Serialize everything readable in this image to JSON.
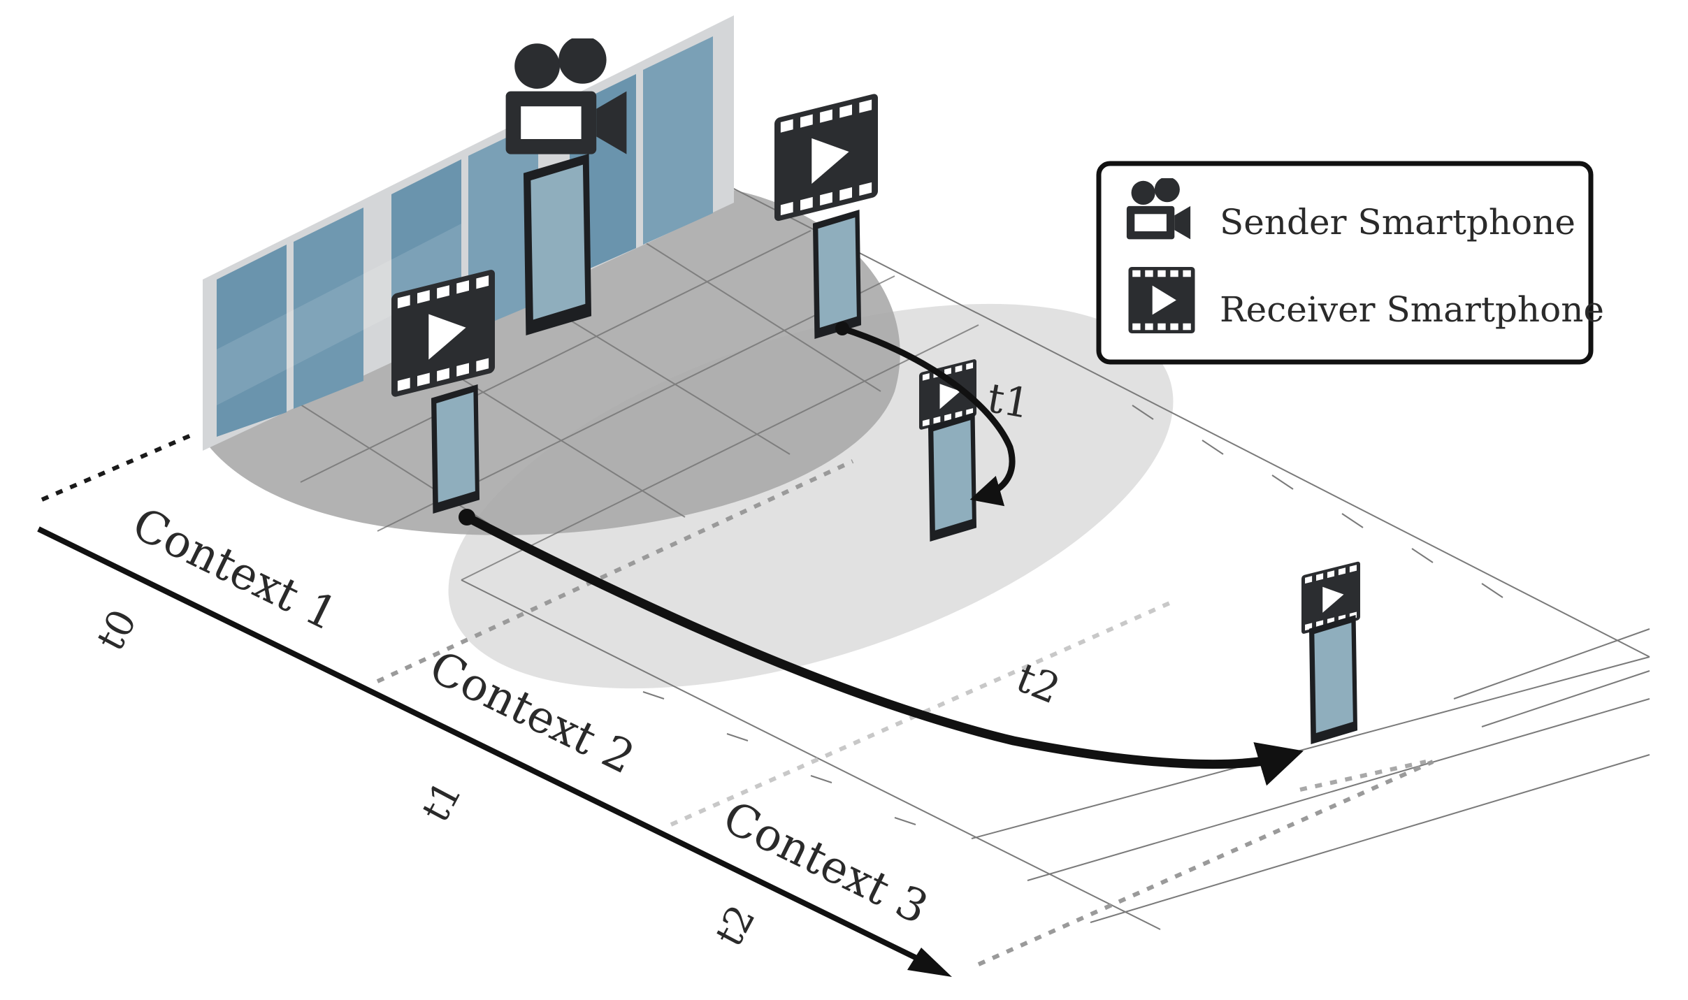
{
  "legend": {
    "sender_label": "Sender Smartphone",
    "receiver_label": "Receiver Smartphone"
  },
  "timeline": {
    "contexts": [
      "Context 1",
      "Context 2",
      "Context 3"
    ],
    "time_labels": [
      "t0",
      "t1",
      "t2"
    ]
  },
  "path_labels": {
    "short_path": "t1",
    "long_path": "t2"
  },
  "colors": {
    "icon": "#2b2d30",
    "glass": "#6a94ad",
    "frame": "#d4d6d8",
    "floor_dark": "#a9a9a9",
    "floor_light": "#e2e2e2",
    "screen": "#8faebd"
  },
  "icons": {
    "sender": "video-camera-icon",
    "receiver": "film-play-icon"
  }
}
